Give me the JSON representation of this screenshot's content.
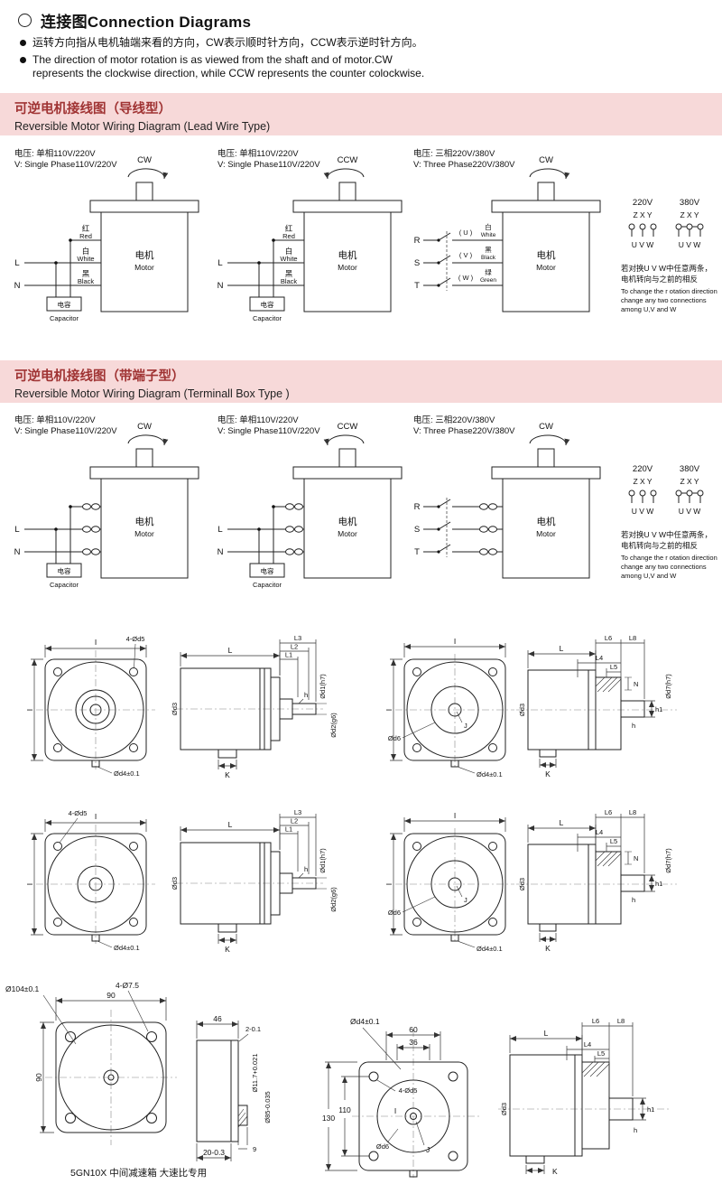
{
  "header": {
    "title": "连接图Connection Diagrams",
    "bullet_zh": "运转方向指从电机轴端来看的方向，CW表示顺时针方向，CCW表示逆时针方向。",
    "bullet_en_1": "The direction of motor rotation is as viewed from the shaft and of motor.CW",
    "bullet_en_2": "represents the clockwise direction, while CCW represents the counter colockwise."
  },
  "sections": {
    "lead": {
      "zh": "可逆电机接线图（导线型）",
      "en": "Reversible Motor Wiring Diagram (Lead Wire Type)"
    },
    "terminal": {
      "zh": "可逆电机接线图（带端子型）",
      "en": "Reversible Motor Wiring Diagram (Terminall Box Type )"
    }
  },
  "wiring": {
    "voltage1_zh": "电压: 单相110V/220V",
    "voltage1_en": "V: Single Phase110V/220V",
    "voltage3_zh": "电压: 三相220V/380V",
    "voltage3_en": "V: Three Phase220V/380V",
    "cw": "CW",
    "ccw": "CCW",
    "motor_zh": "电机",
    "motor_en": "Motor",
    "cap_zh": "电容",
    "cap_en": "Capacitor",
    "red_zh": "红",
    "red_en": "Red",
    "white_zh": "白",
    "white_en": "White",
    "black_zh": "黑",
    "black_en": "Black",
    "green_zh": "绿",
    "green_en": "Green",
    "l": "L",
    "n": "N",
    "r": "R",
    "s": "S",
    "t": "T",
    "u": "( U )",
    "v": "( V )",
    "w": "( W )",
    "v220": "220V",
    "v380": "380V",
    "zxy": "Z X Y",
    "uvw": "U V W",
    "note1": "若对换U V W中任意两条，",
    "note2": "电机转向与之前的相反",
    "note3": "To change the r otation direction",
    "note4": "change any two connections",
    "note5": "among U,V and W"
  },
  "dim": {
    "I": "I",
    "L": "L",
    "L1": "L1",
    "L2": "L2",
    "L3": "L3",
    "L4": "L4",
    "L5": "L5",
    "L6": "L6",
    "L8": "L8",
    "h": "h",
    "h1": "h1",
    "K": "K",
    "N": "N",
    "J": "J",
    "d1h7": "Ød1(h7)",
    "d2g6": "Ød2(g6)",
    "d3": "Ød3",
    "d4": "Ød4±0.1",
    "d5": "4-Ød5",
    "d6": "Ød6",
    "d7h7": "Ød7(h7)",
    "n90": "90",
    "n46": "46",
    "n104": "Ø104±0.1",
    "n475": "4-Ø7.5",
    "n2": "2-0.1",
    "n117": "Ø11.7+0.021",
    "n85": "Ø85-0.035",
    "n9": "9",
    "n203": "20-0.3",
    "n130": "130",
    "n110": "110",
    "n60": "60",
    "n36": "36"
  },
  "footer": "5GN10X 中间减速箱 大速比专用",
  "colors": {
    "banner_bg": "#f7d9d9",
    "banner_text": "#a03434",
    "line_color": "#1a1a1a"
  }
}
